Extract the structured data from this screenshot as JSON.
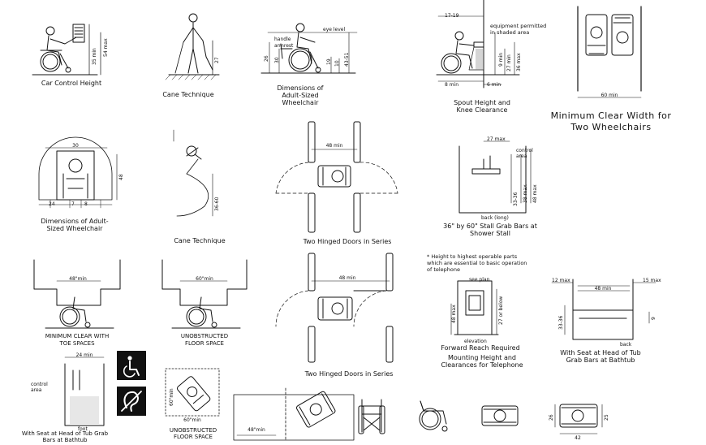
{
  "captions": {
    "car_control": "Car Control Height",
    "cane_1": "Cane Technique",
    "adult_chair_side": "Dimensions of Adult-Sized Wheelchair",
    "spout": "Spout Height and Knee Clearance",
    "equipment": "equipment permitted in shaded area",
    "min_clear_two": "Minimum Clear Width for Two Wheelchairs",
    "adult_chair_front": "Dimensions of Adult-Sized Wheelchair",
    "cane_2": "Cane Technique",
    "two_doors_1": "Two Hinged Doors in Series",
    "stall": "36\" by 60\" Stall Grab Bars at Shower Stall",
    "stall_back": "back (long)",
    "control_area": "control area",
    "min_clear_toe": "MINIMUM CLEAR WITH TOE SPACES",
    "unobstructed_1": "UNOBSTRUCTED FLOOR SPACE",
    "two_doors_2": "Two Hinged Doors in Series",
    "telephone_note": "* Height to highest operable parts which are essential to basic operation of telephone",
    "see_plan": "see plan",
    "elevation": "elevation",
    "forward_reach": "Forward Reach Required",
    "telephone": "Mounting Height and Clearances for Telephone",
    "tub_1": "With Seat at Head of Tub Grab Bars at Bathtub",
    "tub_back": "back",
    "tub_2": "With Seat at Head of Tub Grab Bars at Bathtub",
    "foot": "foot",
    "control_area_2": "control area",
    "unobstructed_2": "UNOBSTRUCTED FLOOR SPACE"
  },
  "dims": {
    "d35": "35 min",
    "d54": "54 max",
    "d27": "27",
    "d26": "26",
    "d30": "30",
    "d19": "19",
    "d10": "10",
    "d4349": "43-51",
    "handle": "handle",
    "armrest": "armrest",
    "eye": "eye level",
    "d1719": "17-19",
    "d9": "9 min",
    "d27min": "27 min",
    "d36": "36 max",
    "d8": "8 min",
    "d6": "6 min",
    "d60": "60 min",
    "f30": "30",
    "f48": "48",
    "f24": "24",
    "f7": "7",
    "f8": "8",
    "d3660": "36-60",
    "d48": "48 min",
    "s27": "27 max",
    "s33": "33-36",
    "s38": "38 max",
    "s48": "48 max",
    "t48": "48\"min",
    "t60": "60\"min",
    "p48": "48 max",
    "p27": "27 or below",
    "b12": "12 max",
    "b48": "48 min",
    "b15": "15 max",
    "b3336": "33-36",
    "b9": "9",
    "g24": "24 min",
    "u60": "60\"min",
    "u60b": "60\"min",
    "u48": "48\"min",
    "w26": "26",
    "w42": "42",
    "w25": "25"
  },
  "icons": [
    "wheelchair-access-symbol",
    "hearing-access-symbol"
  ]
}
